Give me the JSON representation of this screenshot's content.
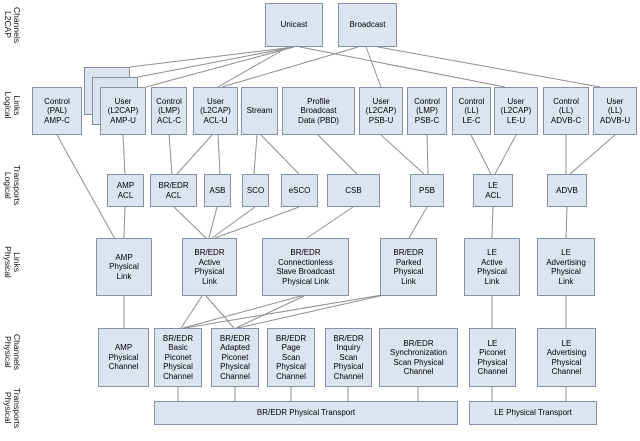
{
  "side_labels": [
    "L2CAP\nChannels",
    "Logical\nLinks",
    "Logical\nTransports",
    "Physical\nLinks",
    "Physical\nChannels",
    "Physical\nTransports"
  ],
  "boxes": {
    "unicast": "Unicast",
    "broadcast": "Broadcast",
    "amp_c": "Control\n(PAL)\nAMP-C",
    "amp_u": "User\n(L2CAP)\nAMP-U",
    "acl_c": "Control\n(LMP)\nACL-C",
    "acl_u": "User\n(L2CAP)\nACL-U",
    "stream": "Stream",
    "pbd": "Profile\nBroadcast\nData (PBD)",
    "psb_u": "User\n(L2CAP)\nPSB-U",
    "psb_c": "Control\n(LMP)\nPSB-C",
    "le_c": "Control\n(LL)\nLE-C",
    "le_u": "User\n(L2CAP)\nLE-U",
    "advb_c": "Control\n(LL)\nADVB-C",
    "advb_u": "User\n(LL)\nADVB-U",
    "amp_acl": "AMP\nACL",
    "bredr_acl": "BR/EDR\nACL",
    "asb": "ASB",
    "sco": "SCO",
    "esco": "eSCO",
    "csb": "CSB",
    "psb": "PSB",
    "le_acl": "LE\nACL",
    "advb": "ADVB",
    "amp_pl": "AMP\nPhysical\nLink",
    "active_pl": "BR/EDR\nActive\nPhysical\nLink",
    "csb_pl": "BR/EDR\nConnectionless\nSlave Broadcast\nPhysical Link",
    "parked_pl": "BR/EDR\nParked\nPhysical\nLink",
    "le_active_pl": "LE\nActive\nPhysical\nLink",
    "le_adv_pl": "LE\nAdvertising\nPhysical\nLink",
    "amp_pc": "AMP\nPhysical\nChannel",
    "basic_pc": "BR/EDR\nBasic\nPiconet\nPhysical\nChannel",
    "adapted_pc": "BR/EDR\nAdapted\nPiconet\nPhysical\nChannel",
    "page_pc": "BR/EDR\nPage\nScan\nPhysical\nChannel",
    "inquiry_pc": "BR/EDR\nInquiry\nScan\nPhysical\nChannel",
    "sync_pc": "BR/EDR\nSynchronization\nScan Physical\nChannel",
    "le_piconet_pc": "LE\nPiconet\nPhysical\nChannel",
    "le_adv_pc": "LE\nAdvertising\nPhysical\nChannel",
    "bredr_pt": "BR/EDR Physical Transport",
    "le_pt": "LE Physical Transport"
  },
  "colors": {
    "box_fill": "#dce4f0",
    "box_border": "#8591a5",
    "line": "#8f8f8f",
    "background": "#ffffff"
  },
  "lines": [
    [
      294,
      47,
      130,
      67
    ],
    [
      294,
      47,
      138,
      77
    ],
    [
      294,
      47,
      146,
      87
    ],
    [
      288,
      47,
      218,
      87
    ],
    [
      300,
      47,
      505,
      87
    ],
    [
      358,
      47,
      222,
      87
    ],
    [
      366,
      47,
      381,
      87
    ],
    [
      378,
      47,
      600,
      87
    ],
    [
      57,
      135,
      115,
      239
    ],
    [
      123,
      135,
      125,
      174
    ],
    [
      169,
      135,
      172,
      174
    ],
    [
      212,
      135,
      177,
      174
    ],
    [
      218,
      135,
      220,
      174
    ],
    [
      257,
      135,
      254,
      174
    ],
    [
      261,
      135,
      299,
      174
    ],
    [
      318,
      135,
      357,
      174
    ],
    [
      381,
      135,
      424,
      174
    ],
    [
      427,
      135,
      428,
      174
    ],
    [
      471,
      135,
      491,
      174
    ],
    [
      516,
      135,
      495,
      174
    ],
    [
      566,
      135,
      566,
      174
    ],
    [
      615,
      135,
      570,
      174
    ],
    [
      125,
      207,
      124,
      238
    ],
    [
      174,
      207,
      206,
      238
    ],
    [
      217,
      207,
      209,
      238
    ],
    [
      255,
      207,
      212,
      238
    ],
    [
      299,
      207,
      215,
      238
    ],
    [
      353,
      207,
      307,
      238
    ],
    [
      427,
      207,
      409,
      238
    ],
    [
      493,
      207,
      492,
      238
    ],
    [
      567,
      207,
      566,
      238
    ],
    [
      124,
      296,
      124,
      328
    ],
    [
      202,
      296,
      181,
      328
    ],
    [
      206,
      296,
      234,
      328
    ],
    [
      301,
      296,
      183,
      328
    ],
    [
      304,
      296,
      236,
      328
    ],
    [
      382,
      295,
      185,
      328
    ],
    [
      384,
      295,
      238,
      328
    ],
    [
      492,
      296,
      492,
      328
    ],
    [
      566,
      296,
      566,
      328
    ],
    [
      178,
      387,
      178,
      401
    ],
    [
      235,
      387,
      235,
      401
    ],
    [
      291,
      387,
      291,
      401
    ],
    [
      348,
      387,
      348,
      401
    ],
    [
      418,
      387,
      418,
      401
    ],
    [
      492,
      387,
      492,
      401
    ],
    [
      566,
      387,
      566,
      401
    ]
  ]
}
